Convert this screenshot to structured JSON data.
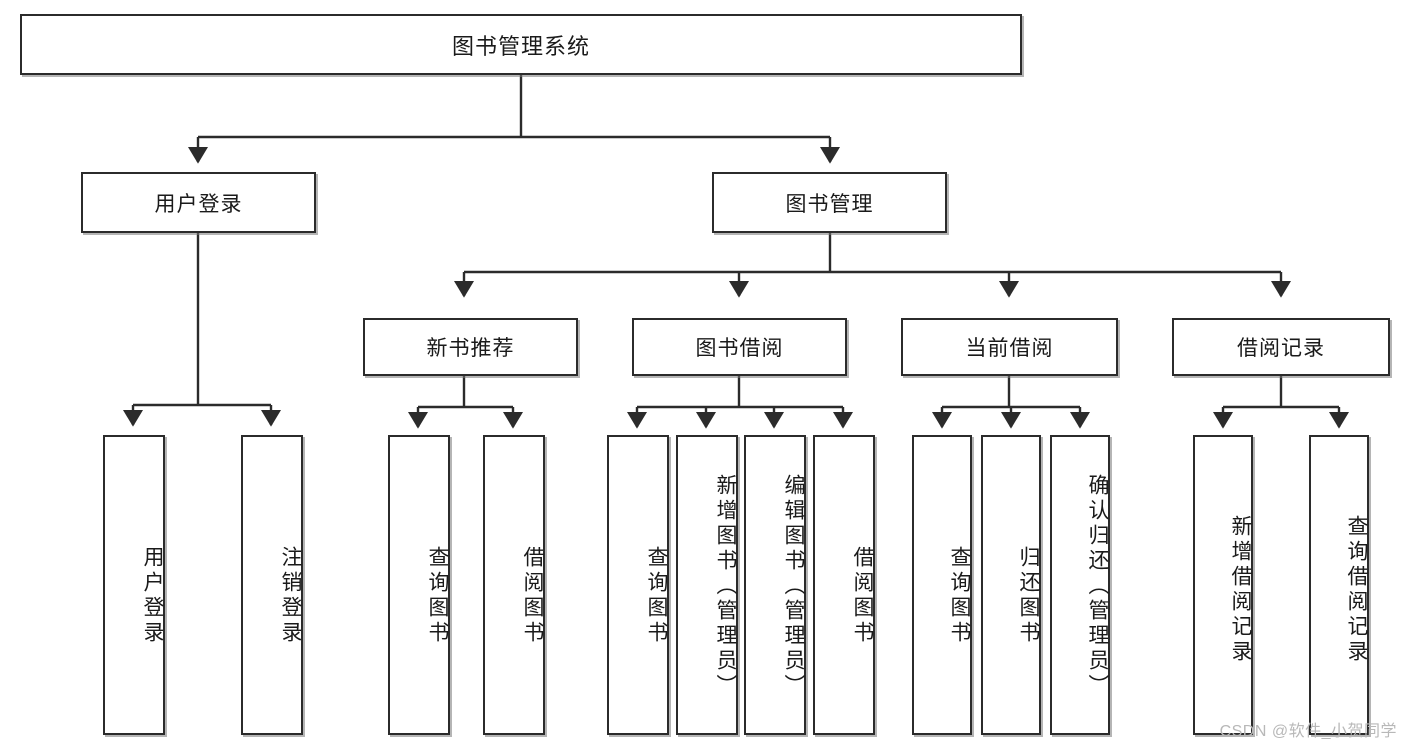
{
  "diagram": {
    "title": "图书管理系统",
    "type": "tree-hierarchy",
    "watermark": "CSDN @软件_小贺同学",
    "colors": {
      "stroke": "#2b2b2b",
      "fill": "#ffffff",
      "text": "#1a1a1a",
      "watermark": "#b8b8b8"
    },
    "nodes": {
      "root": {
        "label": "图书管理系统"
      },
      "level2": [
        {
          "label": "用户登录"
        },
        {
          "label": "图书管理"
        }
      ],
      "level3": [
        {
          "label": "新书推荐"
        },
        {
          "label": "图书借阅"
        },
        {
          "label": "当前借阅"
        },
        {
          "label": "借阅记录"
        }
      ],
      "leaves": {
        "user_login": [
          {
            "label": "用户登录"
          },
          {
            "label": "注销登录"
          }
        ],
        "new_book_recommend": [
          {
            "label": "查询图书"
          },
          {
            "label": "借阅图书"
          }
        ],
        "book_borrow": [
          {
            "label": "查询图书"
          },
          {
            "label": "新增图书（管理员）"
          },
          {
            "label": "编辑图书（管理员）"
          },
          {
            "label": "借阅图书"
          }
        ],
        "current_borrow": [
          {
            "label": "查询图书"
          },
          {
            "label": "归还图书"
          },
          {
            "label": "确认归还（管理员）"
          }
        ],
        "borrow_record": [
          {
            "label": "新增借阅记录"
          },
          {
            "label": "查询借阅记录"
          }
        ]
      }
    }
  }
}
